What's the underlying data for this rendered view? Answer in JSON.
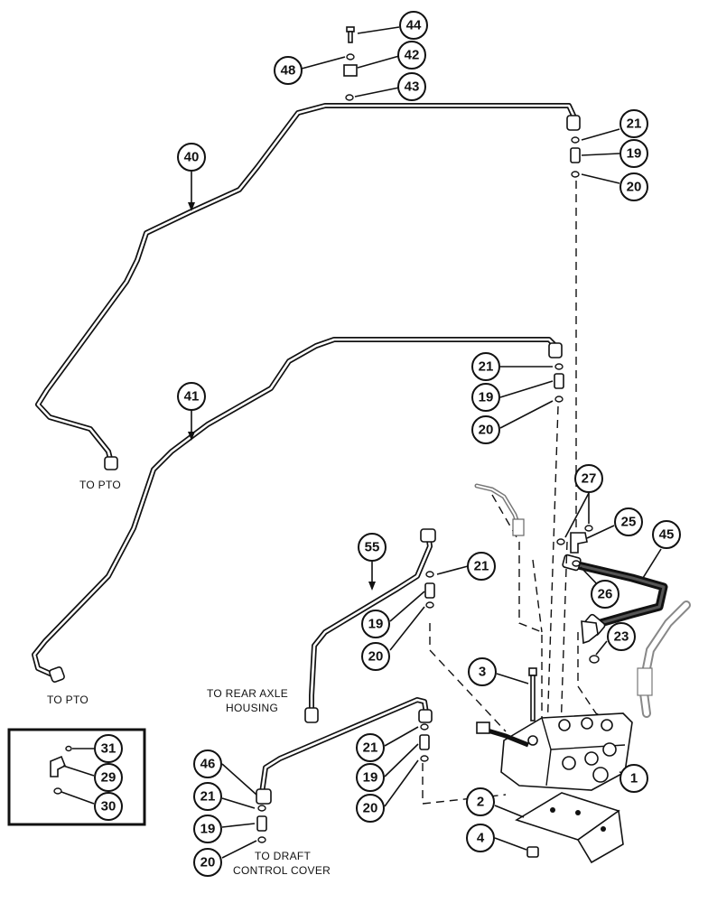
{
  "labels": {
    "to_pto_upper": "TO PTO",
    "to_pto_lower": "TO PTO",
    "to_rear_axle_line1": "TO REAR AXLE",
    "to_rear_axle_line2": "HOUSING",
    "to_draft_line1": "TO DRAFT",
    "to_draft_line2": "CONTROL COVER"
  },
  "callouts": {
    "c44": "44",
    "c48": "48",
    "c42": "42",
    "c43": "43",
    "c40": "40",
    "c41": "41",
    "c21_top": "21",
    "c19_top": "19",
    "c20_top": "20",
    "c21_mid": "21",
    "c19_mid": "19",
    "c20_mid": "20",
    "c27": "27",
    "c25": "25",
    "c45": "45",
    "c26": "26",
    "c23": "23",
    "c55": "55",
    "c21_55": "21",
    "c19_55": "19",
    "c20_55": "20",
    "c3": "3",
    "c1": "1",
    "c2": "2",
    "c4": "4",
    "c46": "46",
    "c21_46": "21",
    "c19_46": "19",
    "c20_46": "20",
    "c21_low": "21",
    "c19_low": "19",
    "c20_low": "20",
    "c31": "31",
    "c29": "29",
    "c30": "30"
  }
}
